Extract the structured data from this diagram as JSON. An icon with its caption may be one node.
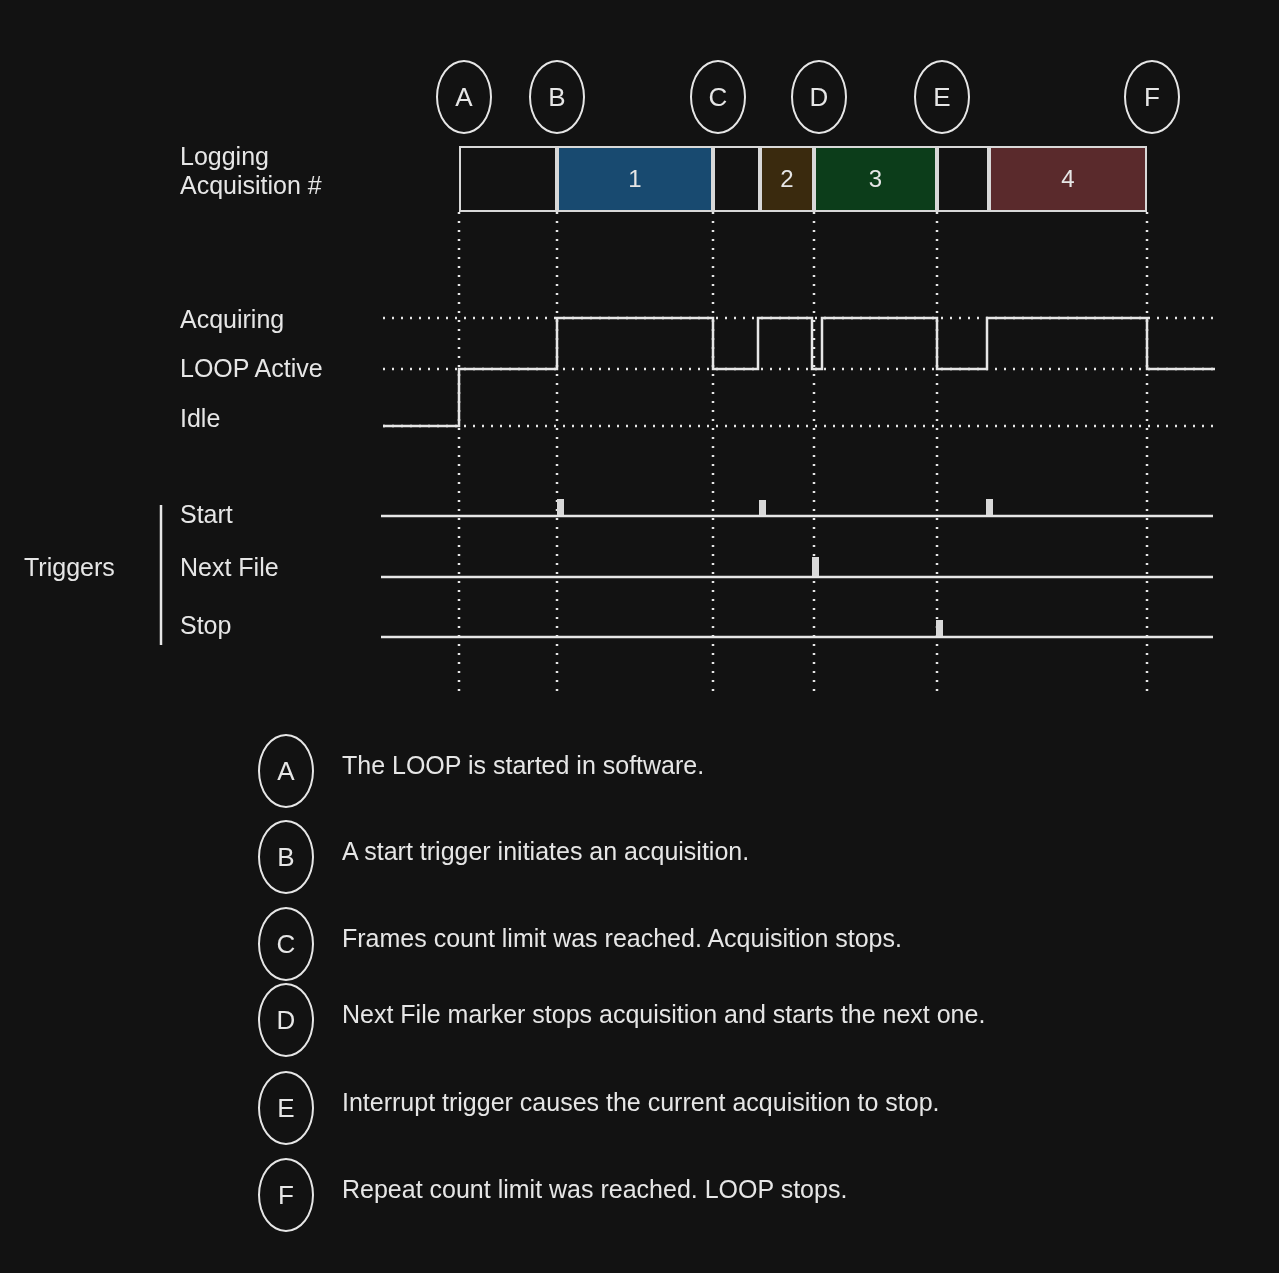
{
  "diagram": {
    "nodes": [
      {
        "text": [
          "A"
        ]
      },
      {
        "text": [
          "B"
        ]
      },
      {
        "text": [
          "C"
        ]
      },
      {
        "text": [
          "D"
        ]
      },
      {
        "text": [
          "E"
        ]
      },
      {
        "text": [
          "F"
        ]
      },
      {
        "text": [],
        "shape": "box"
      },
      {
        "text": [
          "1"
        ]
      },
      {
        "text": [],
        "shape": "box"
      },
      {
        "text": [
          "2"
        ]
      },
      {
        "text": [
          "3"
        ]
      },
      {
        "text": [],
        "shape": "box"
      },
      {
        "text": [
          "4"
        ]
      },
      {
        "text": [
          "A"
        ],
        "beside": [
          "The LOOP is started in software."
        ]
      },
      {
        "text": [
          "B"
        ],
        "beside": [
          "A start trigger initiates an acquisition."
        ]
      },
      {
        "text": [
          "C"
        ],
        "beside": [
          "Frames count limit was reached. Acquisition stops."
        ]
      },
      {
        "text": [
          "D"
        ],
        "beside": [
          "Next File marker stops acquisition and starts the next one."
        ]
      },
      {
        "text": [
          "E"
        ],
        "beside": [
          "Interrupt trigger causes the current acquisition to stop."
        ]
      },
      {
        "text": [
          "F"
        ],
        "beside": [
          "Repeat count limit was reached. LOOP stops."
        ]
      }
    ],
    "labels": [
      "Logging Acquisition #",
      "Acquiring",
      "LOOP Active",
      "Idle",
      "Triggers",
      "Start",
      "Next File",
      "Stop"
    ]
  }
}
